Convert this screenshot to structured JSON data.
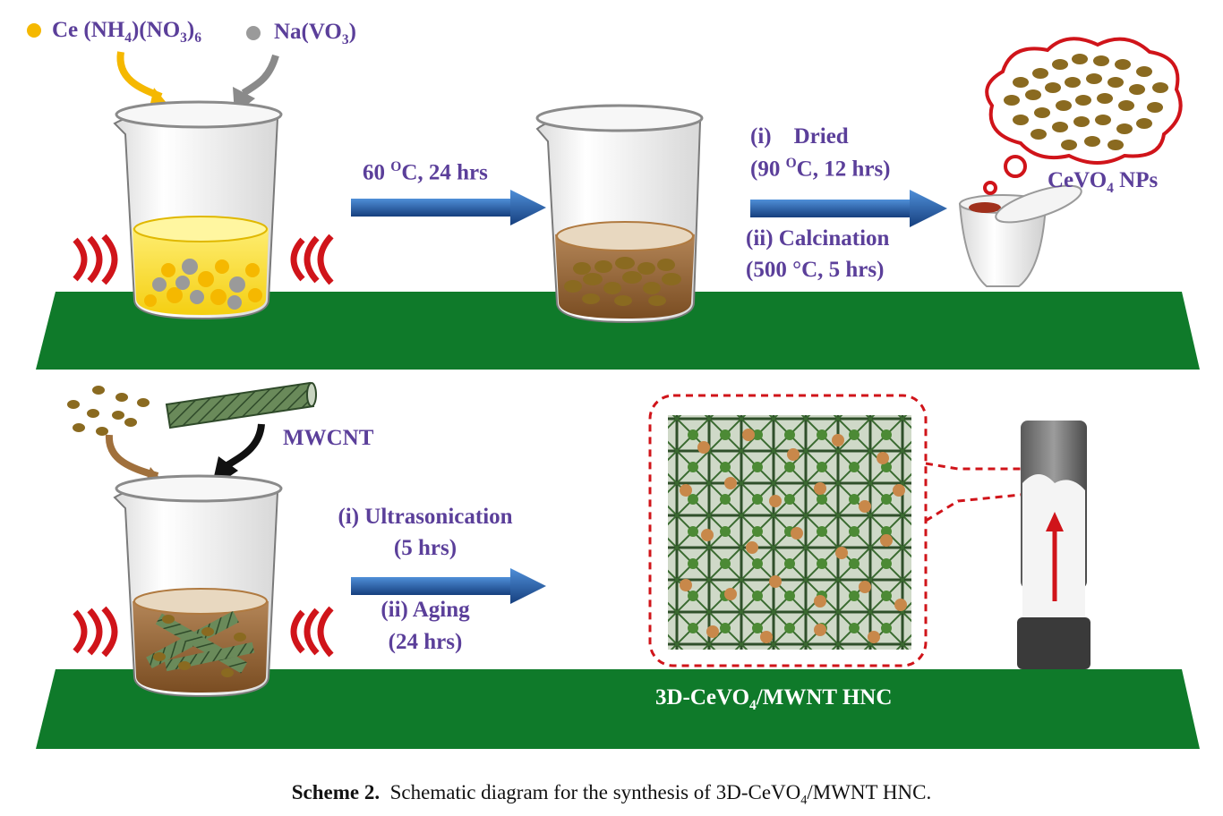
{
  "reagents": {
    "ce_salt": "Ce (NH4)(NO3)6",
    "v_salt": "Na(VO3)"
  },
  "step1": {
    "condition": "60 OC, 24 hrs"
  },
  "step2": {
    "dried_label": "(i)    Dried",
    "dried_condition": "(90 OC, 12 hrs)",
    "calcination_label": "(ii) Calcination",
    "calcination_condition": "(500 °C, 5 hrs)"
  },
  "product1": "CeVO4 NPs",
  "mwcnt_label": "MWCNT",
  "step3": {
    "ultrasonication": "(i) Ultrasonication",
    "ultrasonication_time": "(5 hrs)",
    "aging": "(ii) Aging",
    "aging_time": "(24 hrs)"
  },
  "product2": "3D-CeVO4/MWNT HNC",
  "caption": {
    "label": "Scheme 2.",
    "text": "Schematic diagram for the synthesis of 3D-CeVO4/MWNT HNC."
  },
  "colors": {
    "bench": "#0f7a2a",
    "arrow": "#1f5fb0",
    "yellow_solution": "#f7d318",
    "brown_solution": "#8a5b2b",
    "particle_orange": "#f5b800",
    "particle_gray": "#9a9a9a",
    "particle_brown": "#8a6a20",
    "ultrasound_red": "#d0141a",
    "label_purple": "#5b3f9a"
  }
}
